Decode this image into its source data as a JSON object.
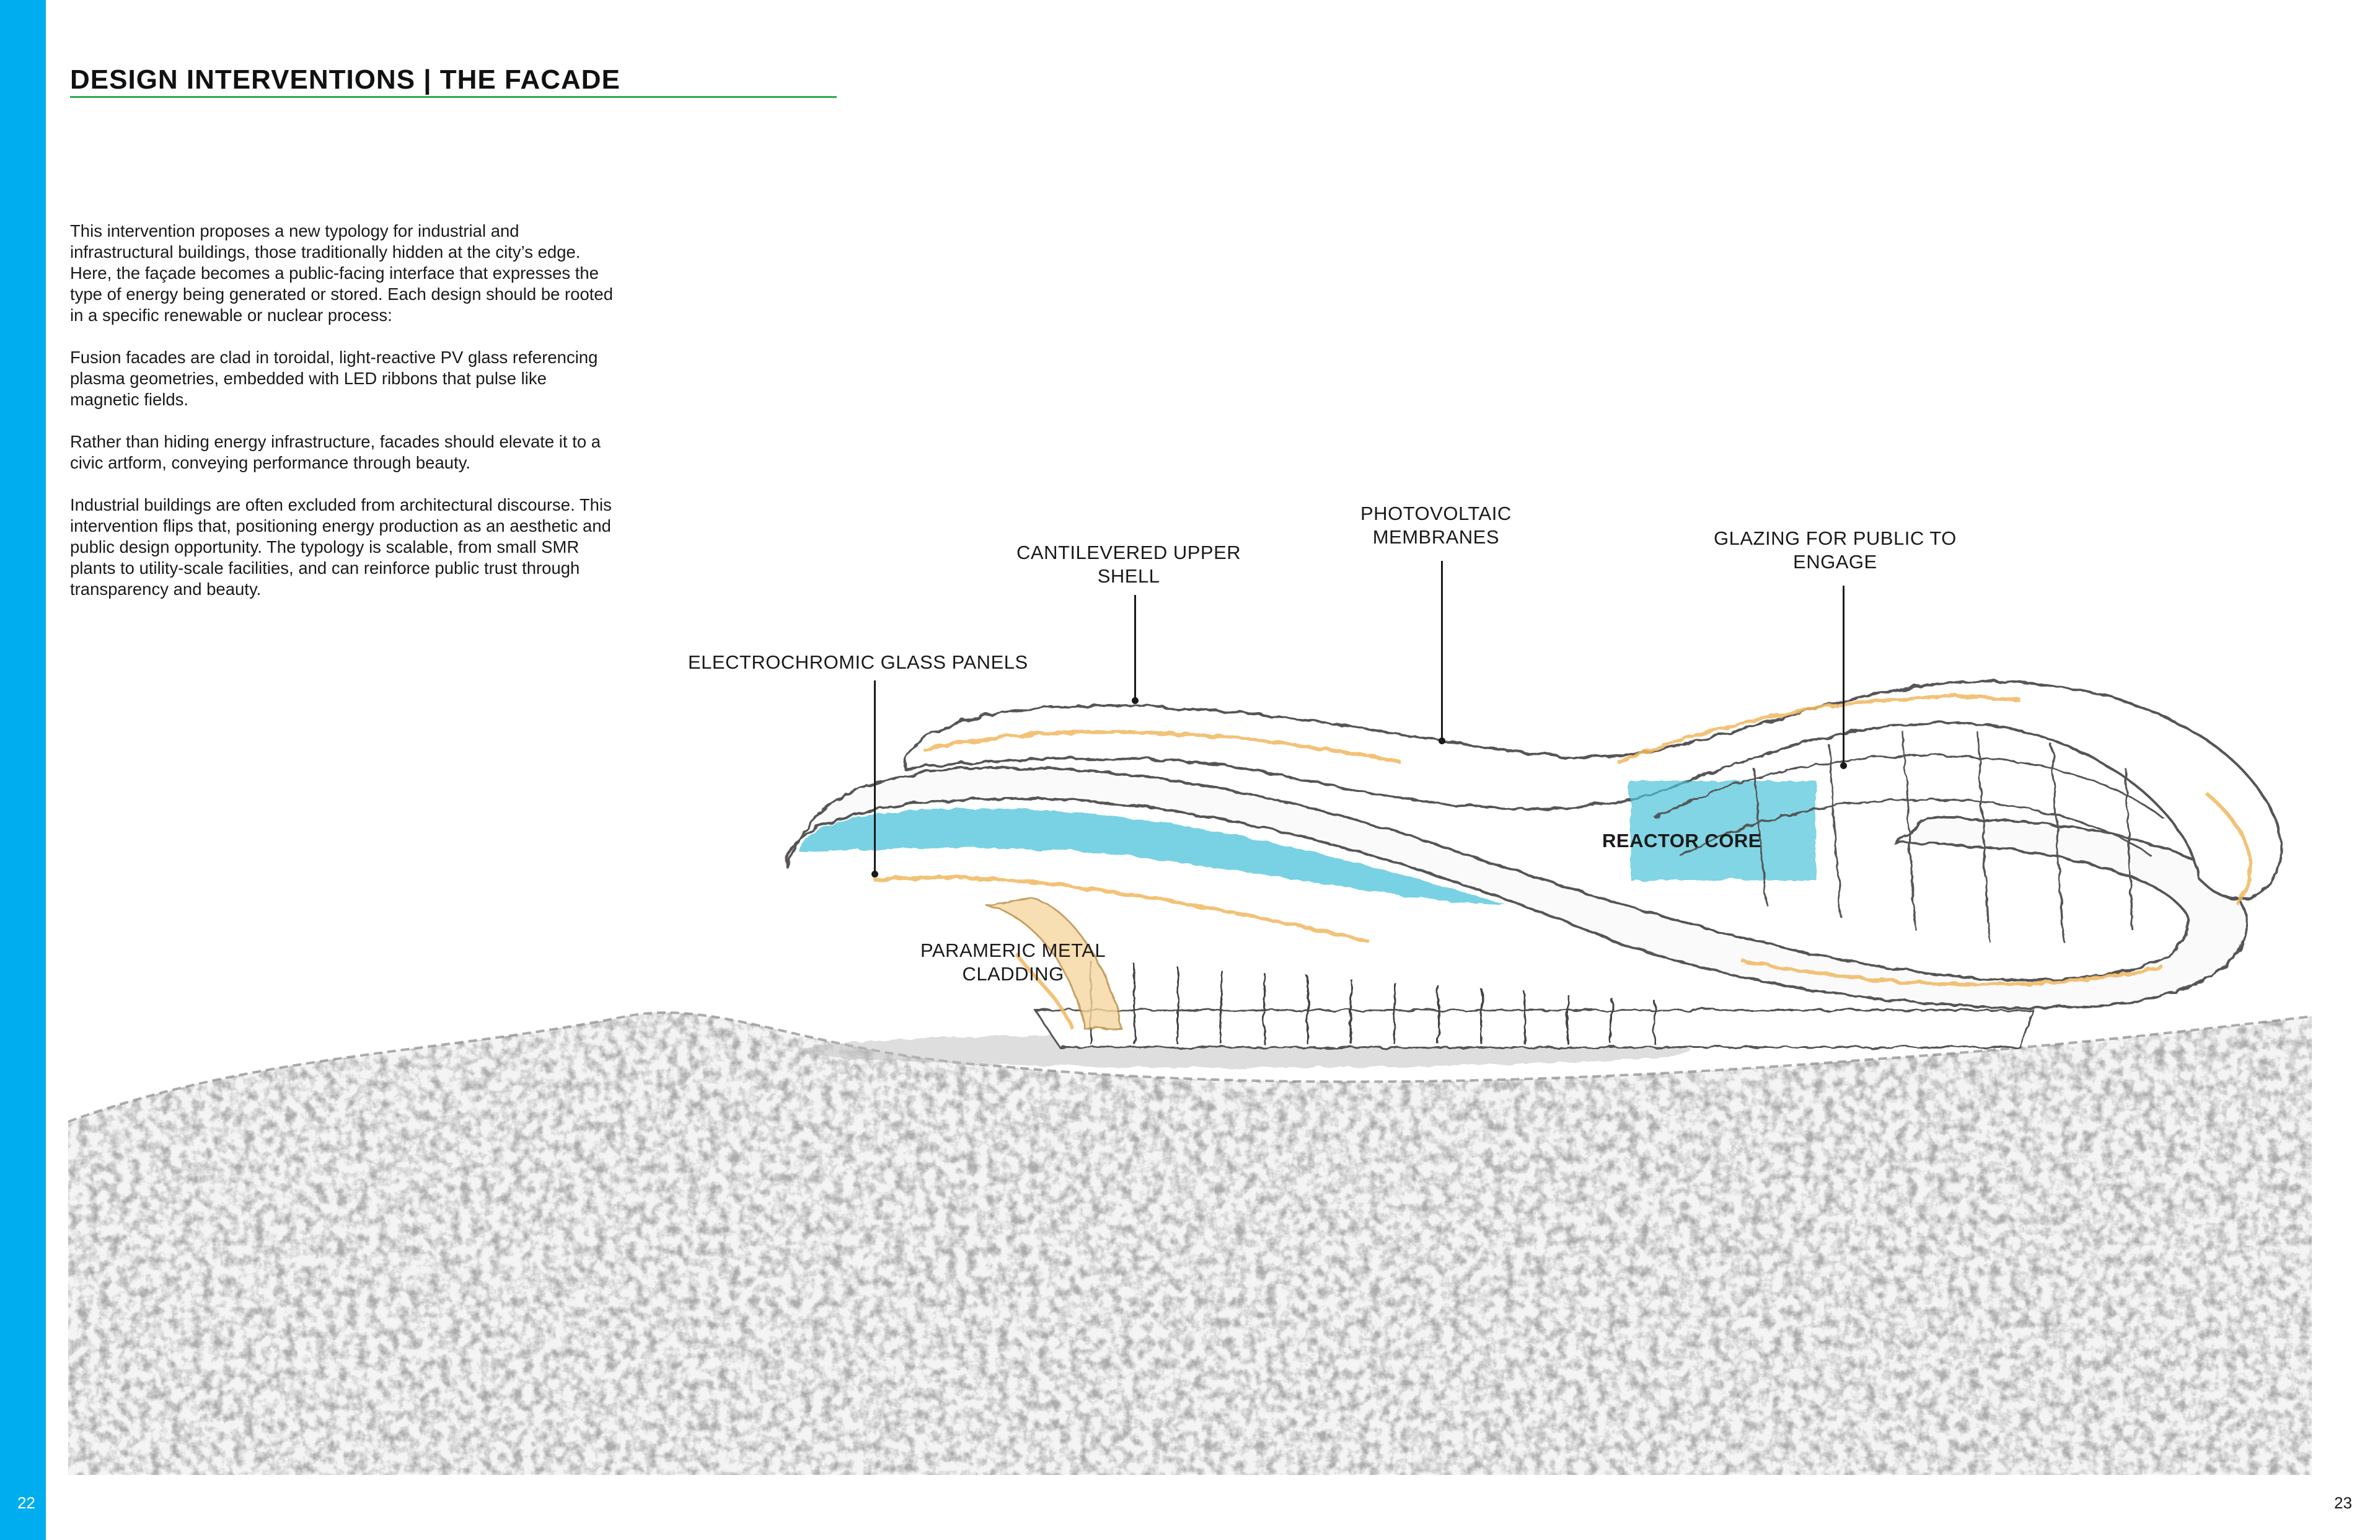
{
  "page": {
    "left_page_number": "22",
    "right_page_number": "23",
    "section_title": "DESIGN INTERVENTIONS | THE FACADE",
    "accent_color": "#00aeef",
    "rule_color": "#2eaa4a"
  },
  "body": {
    "paragraphs": [
      "This intervention proposes a new typology for industrial and infrastructural buildings, those traditionally hidden at the city’s edge. Here, the façade becomes a public-facing interface that expresses the type of energy being generated or stored. Each design should be rooted in a specific renewable or nuclear process:",
      "Fusion facades are clad in toroidal, light-reactive PV glass referencing plasma geometries, embedded with LED ribbons that pulse like magnetic fields.",
      "Rather than hiding energy infrastructure, facades should elevate it to a civic artform, conveying performance through beauty.",
      "Industrial buildings are often excluded from architectural discourse. This intervention flips that, positioning energy production as an aesthetic and public design opportunity. The typology is scalable, from small SMR plants to utility-scale facilities, and can reinforce public trust through transparency and beauty."
    ]
  },
  "illustration": {
    "callouts": {
      "electrochromic": "ELECTROCHROMIC GLASS PANELS",
      "cantilevered": "CANTILEVERED UPPER\nSHELL",
      "photovoltaic": "PHOTOVOLTAIC\nMEMBRANES",
      "glazing": "GLAZING FOR PUBLIC TO\nENGAGE",
      "reactor_core": "REACTOR CORE",
      "parameric": "PARAMERIC METAL\nCLADDING"
    },
    "colors": {
      "glass": "#4cc3d9",
      "accent_strokes": "#f0b860",
      "sketch": "#555555"
    }
  }
}
